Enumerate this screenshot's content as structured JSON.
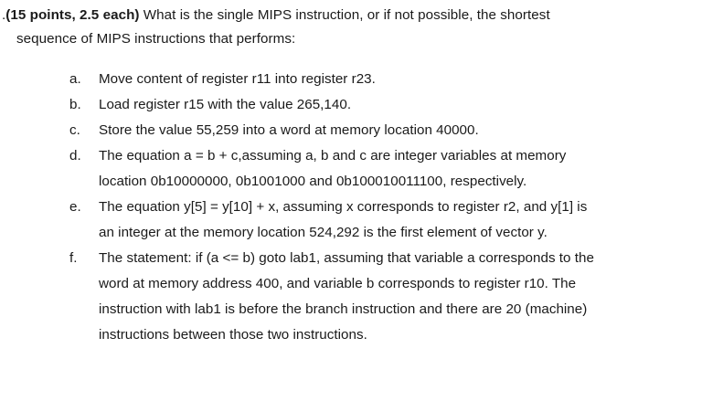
{
  "document": {
    "type": "exam-question",
    "colors": {
      "background": "#ffffff",
      "text": "#1a1a1a"
    },
    "question": {
      "marker": ".",
      "points_label": "(15 points, 2.5 each)",
      "stem_line_1": " What is the single MIPS instruction, or if not possible, the shortest",
      "stem_line_2": "sequence of MIPS instructions that performs:",
      "sub_items": [
        {
          "marker": "a.",
          "lines": [
            "Move content of register r11 into register r23."
          ]
        },
        {
          "marker": "b.",
          "lines": [
            "Load register r15 with the value 265,140."
          ]
        },
        {
          "marker": "c.",
          "lines": [
            "Store the value 55,259 into a word at memory location 40000."
          ]
        },
        {
          "marker": "d.",
          "lines": [
            "The equation a = b + c,assuming a, b and c are integer variables at memory",
            "location 0b10000000, 0b1001000 and 0b100010011100, respectively."
          ]
        },
        {
          "marker": "e.",
          "lines": [
            "The equation y[5] = y[10] + x, assuming x corresponds to register r2, and y[1] is",
            "an integer at the memory location 524,292 is the first element of vector y."
          ]
        },
        {
          "marker": "f.",
          "lines": [
            "The statement: if (a <= b) goto lab1, assuming that variable a corresponds to the",
            "word at memory address 400, and variable b corresponds to register r10. The",
            "instruction with lab1 is before the branch instruction and there are 20 (machine)",
            "instructions between those two instructions."
          ]
        }
      ]
    }
  }
}
